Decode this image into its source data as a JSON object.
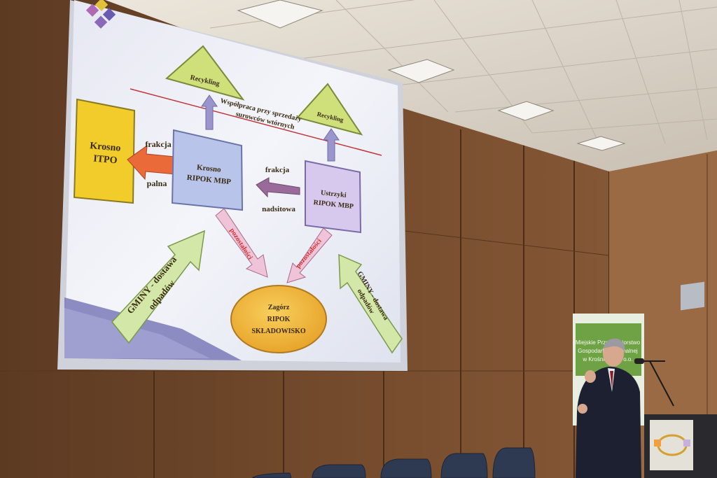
{
  "slide": {
    "recycling_left": "Recykling",
    "recycling_right": "Recykling",
    "cooperation_line1": "Współpraca przy sprzedaży",
    "cooperation_line2": "surowców wtórnych",
    "krosno_itpo_line1": "Krosno",
    "krosno_itpo_line2": "ITPO",
    "fraction_left_top": "frakcja",
    "fraction_left_bottom": "palna",
    "krosno_ripok_line1": "Krosno",
    "krosno_ripok_line2": "RIPOK MBP",
    "fraction_mid_top": "frakcja",
    "fraction_mid_bottom": "nadsitowa",
    "ustrzyki_line1": "Ustrzyki",
    "ustrzyki_line2": "RIPOK MBP",
    "residues_left": "pozostałości",
    "residues_right": "pozostałości",
    "gminy_left_line1": "GMINY - dostawa",
    "gminy_left_line2": "odpadów",
    "gminy_right_line1": "GMINY - dostawa",
    "gminy_right_line2": "odpadów",
    "zagorz_line1": "Zagórz",
    "zagorz_line2": "RIPOK",
    "zagorz_line3": "SKŁADOWISKO"
  },
  "banner": {
    "line1": "Miejskie Przedsiębiorstwo",
    "line2": "Gospodarki Komunalnej",
    "line3": "w Krośnie Sp. z o.o."
  },
  "colors": {
    "wall_wood": "#6b4428",
    "ceiling": "#d9d2c6",
    "screen": "#eef0f6",
    "box_yellow": "#f2cc2a",
    "box_blue": "#b8c4ea",
    "box_lilac": "#d7c9ee",
    "triangle_green": "#cfe07a",
    "arrow_green": "#d3e8a8",
    "arrow_pink": "#f0c4d8",
    "ellipse_orange": "#f2b43a",
    "arrow_orange": "#ea6a3a"
  }
}
